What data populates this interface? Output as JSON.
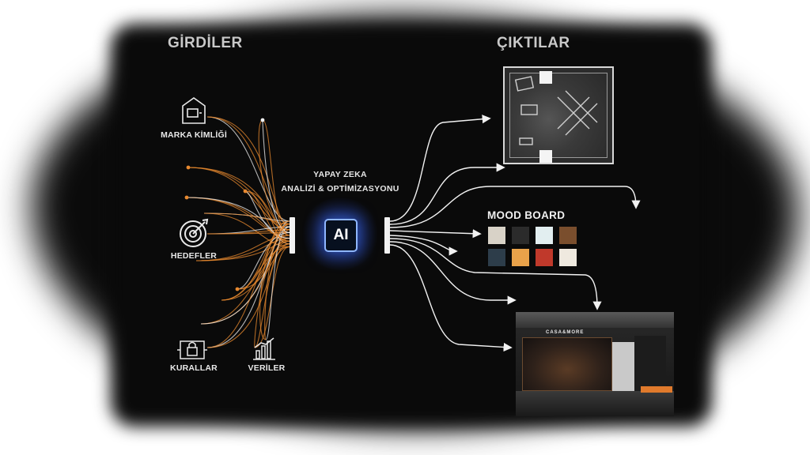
{
  "sections": {
    "inputs_title": "GİRDİLER",
    "outputs_title": "ÇIKTILAR"
  },
  "inputs": [
    {
      "label": "MARKA KİMLİĞİ",
      "icon": "brand-store-icon"
    },
    {
      "label": "HEDEFLER",
      "icon": "target-icon"
    },
    {
      "label": "KURALLAR",
      "icon": "lock-rules-icon"
    },
    {
      "label": "VERİLER",
      "icon": "data-chart-icon"
    }
  ],
  "ai": {
    "title_line1": "YAPAY ZEKA",
    "title_line2": "ANALİZİ & OPTİMİZASYONU",
    "badge": "AI"
  },
  "outputs": {
    "mood_board_title": "MOOD BOARD",
    "render_sign": "CASA&MORE"
  },
  "mood_board_colors": [
    "#d8d2c7",
    "#2b2b2b",
    "#e2eef0",
    "#7a4e2d",
    "#2d3d4a",
    "#e9a24a",
    "#c0392b",
    "#efe9df"
  ],
  "colors": {
    "wire_orange": "#e8892f",
    "wire_white": "#f2f2f2",
    "ai_glow": "#4c7dff",
    "background": "#0b0b0b"
  }
}
